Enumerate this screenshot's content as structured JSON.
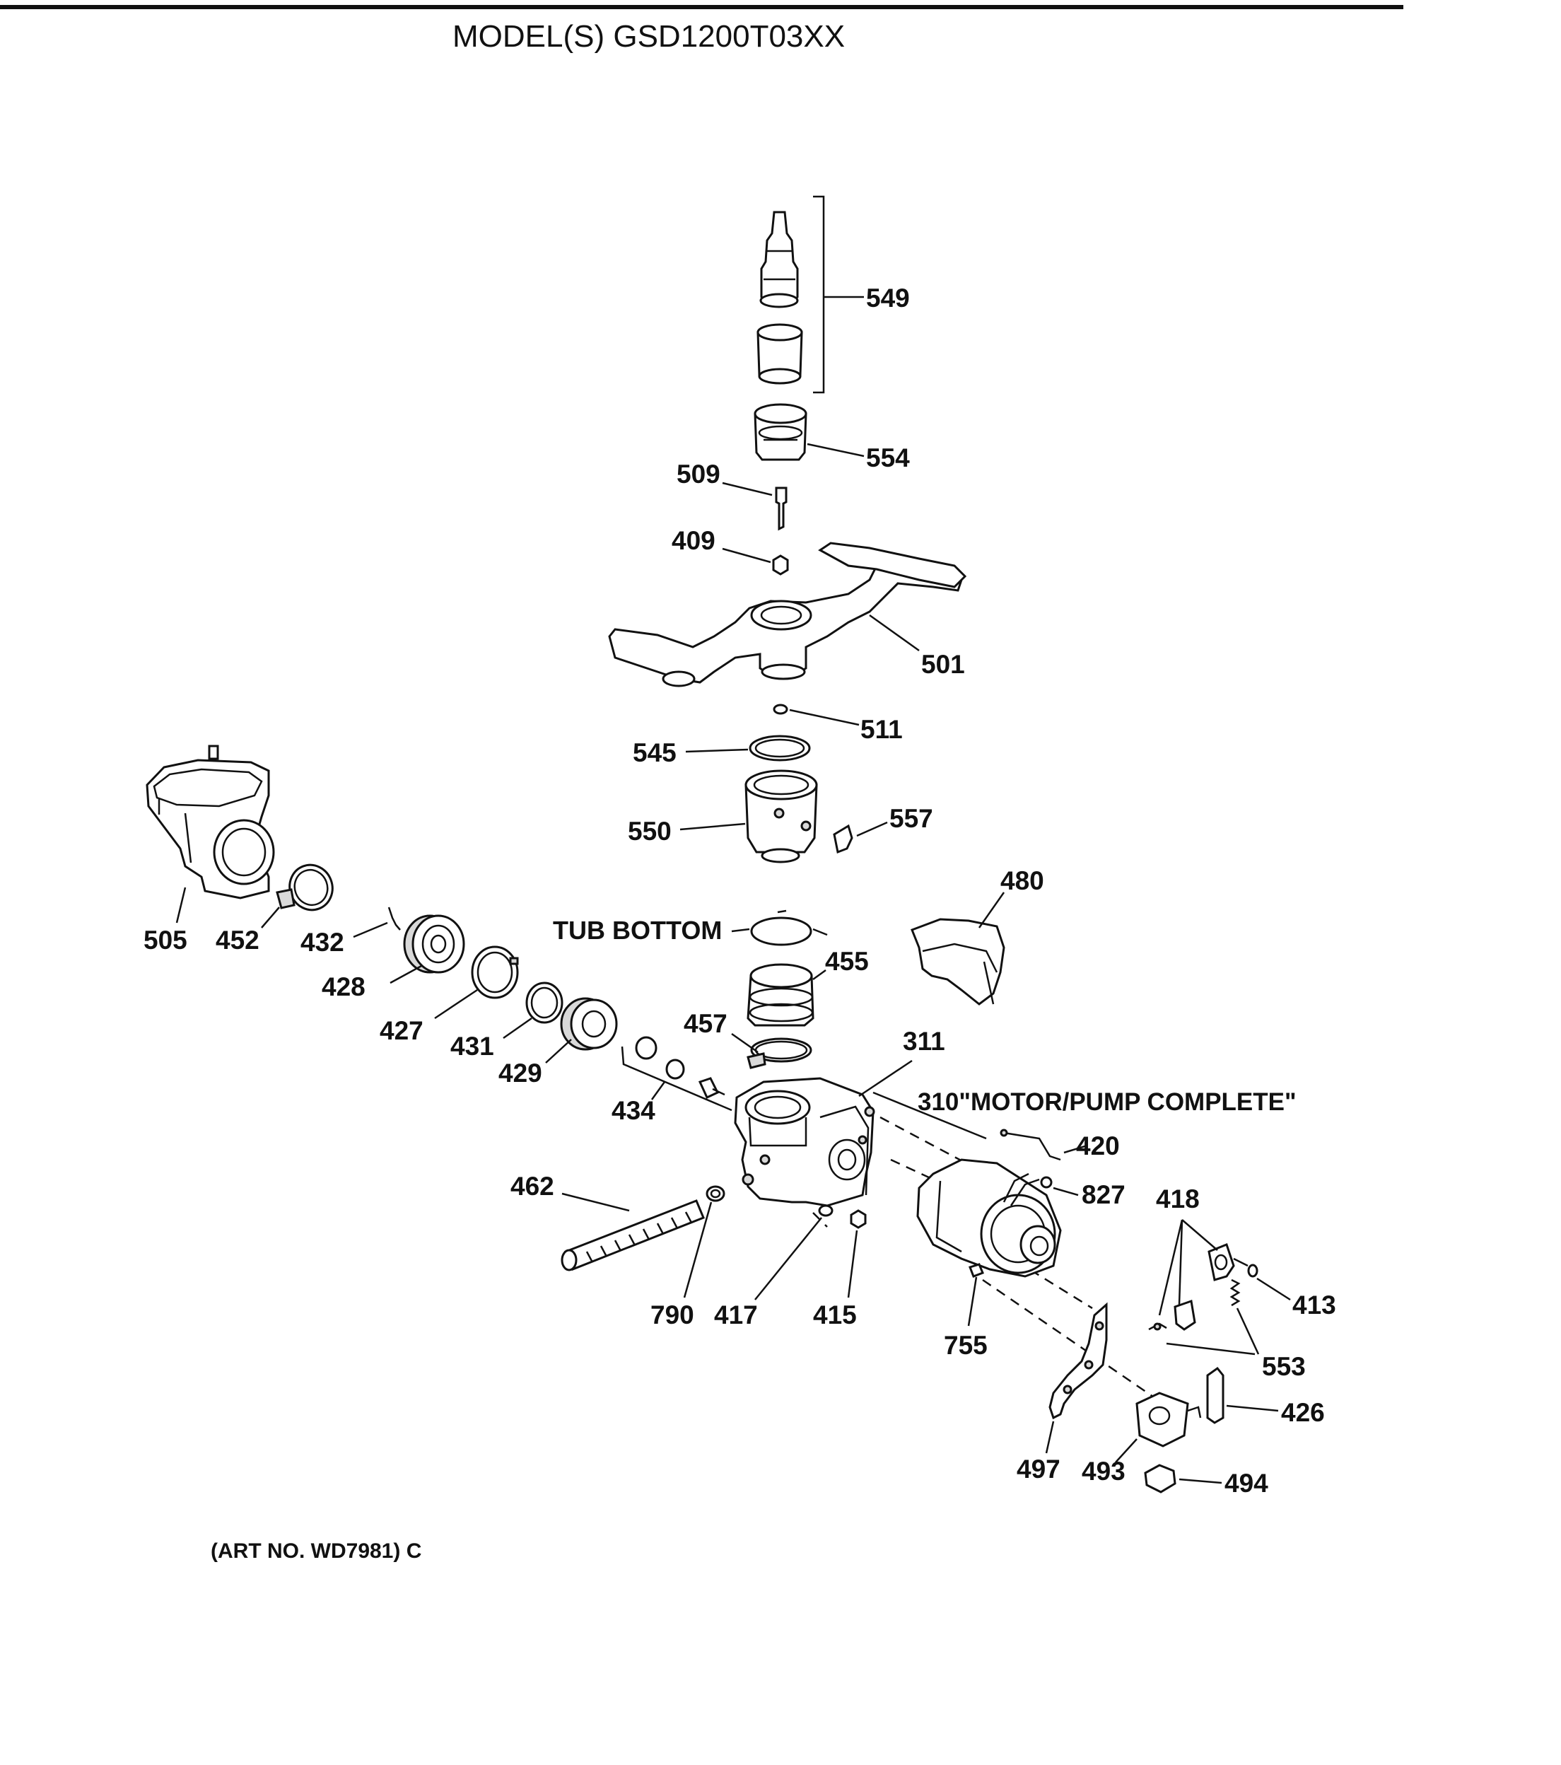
{
  "header": {
    "title": "MODEL(S) GSD1200T03XX"
  },
  "footer": {
    "art_no": "(ART NO. WD7981) C"
  },
  "labels": {
    "tub_bottom": "TUB BOTTOM",
    "motor_pump_complete": "310\"MOTOR/PUMP COMPLETE\""
  },
  "parts": {
    "p549": "549",
    "p554": "554",
    "p509": "509",
    "p409": "409",
    "p501": "501",
    "p511": "511",
    "p545": "545",
    "p550": "550",
    "p557": "557",
    "p480": "480",
    "p505": "505",
    "p452": "452",
    "p432": "432",
    "p428": "428",
    "p427": "427",
    "p431": "431",
    "p429": "429",
    "p434": "434",
    "p455": "455",
    "p457": "457",
    "p311": "311",
    "p420": "420",
    "p827": "827",
    "p418": "418",
    "p413": "413",
    "p553": "553",
    "p426": "426",
    "p462": "462",
    "p790": "790",
    "p417": "417",
    "p415": "415",
    "p755": "755",
    "p497": "497",
    "p493": "493",
    "p494": "494"
  }
}
